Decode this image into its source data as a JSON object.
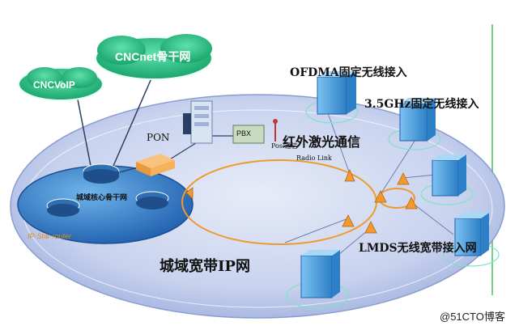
{
  "clouds": {
    "cncnet": "CNCnet骨干网",
    "cncvoip": "CNCVoIP"
  },
  "labels": {
    "ofdma": "OFDMA固定无线接入",
    "ghz35": "3.5GHz固定无线接入",
    "infrared": "红外激光通信",
    "pon": "PON",
    "pbx": "PBX",
    "pos": "Pos.通信",
    "radio_link": "Radio Link",
    "metro_core": "城域核心骨干网",
    "ipstar": "IP-Star router",
    "lmds": "LMDS无线宽带接入网",
    "ip_network": "城域宽带IP网"
  },
  "watermark": "@51CTO博客",
  "colors": {
    "cloud_fill": "#2fc48a",
    "cloud_text": "#ffffff",
    "outer_ellipse": "#c4cfeb",
    "core_ellipse": "#3a82cc",
    "ring": "#ef9a2f",
    "building": "#4aa3e0",
    "router": "#2f6fb3",
    "box": "#f6b25b"
  },
  "icons": [
    "router-icon",
    "building-icon",
    "antenna-icon",
    "pbx-icon",
    "pon-box-icon",
    "server-rack-icon",
    "cloud-icon"
  ]
}
